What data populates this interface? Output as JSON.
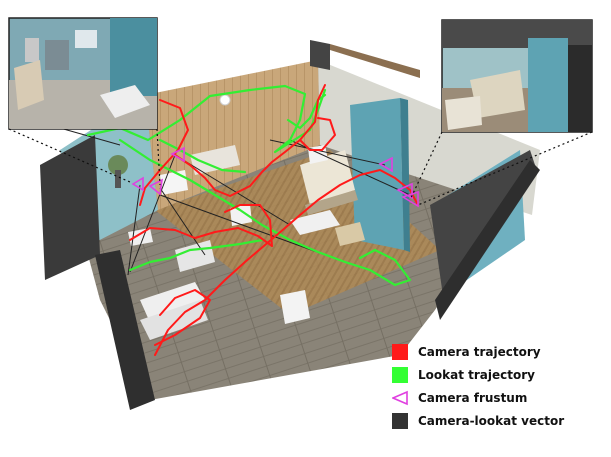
{
  "legend": {
    "items": [
      {
        "label": "Camera trajectory",
        "color": "#ff1a1a",
        "kind": "square"
      },
      {
        "label": "Lookat  trajectory",
        "color": "#33ff33",
        "kind": "square"
      },
      {
        "label": "Camera frustum",
        "color": "#e040e0",
        "kind": "frustum"
      },
      {
        "label": "Camera-lookat vector",
        "color": "#333333",
        "kind": "square"
      }
    ]
  },
  "colors": {
    "camera_trajectory": "#ff1a1a",
    "lookat_trajectory": "#33ff33",
    "camera_frustum": "#e040e0",
    "camera_lookat_vector": "#333333"
  }
}
